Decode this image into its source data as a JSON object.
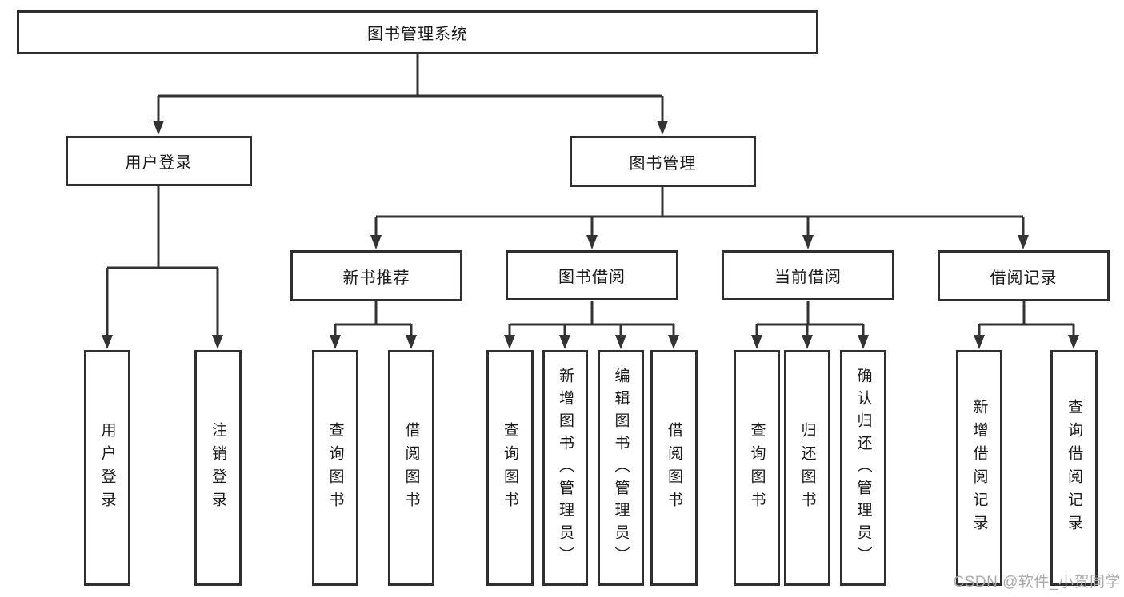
{
  "diagram": {
    "nodes": {
      "root": "图书管理系统",
      "user_login": "用户登录",
      "book_mgmt": "图书管理",
      "new_book_rec": "新书推荐",
      "book_borrow": "图书借阅",
      "current_borrow": "当前借阅",
      "borrow_records": "借阅记录",
      "leaf_user_login": "用户登录",
      "leaf_logout": "注销登录",
      "leaf_query_book_rec": "查询图书",
      "leaf_borrow_book_rec": "借阅图书",
      "leaf_query_book_borrow": "查询图书",
      "leaf_add_book": "新增图书（管理员）",
      "leaf_edit_book": "编辑图书（管理员）",
      "leaf_borrow_book_borrow": "借阅图书",
      "leaf_query_book_current": "查询图书",
      "leaf_return_book": "归还图书",
      "leaf_confirm_return": "确认归还（管理员）",
      "leaf_add_borrow_record": "新增借阅记录",
      "leaf_query_borrow_record": "查询借阅记录"
    },
    "colors": {
      "line": "#333333",
      "border": "#2f2f2f",
      "text": "#1a1a1a",
      "watermark": "#a8a8a8",
      "background": "#ffffff"
    }
  },
  "watermark": {
    "text": "CSDN @软件_小贺同学"
  }
}
